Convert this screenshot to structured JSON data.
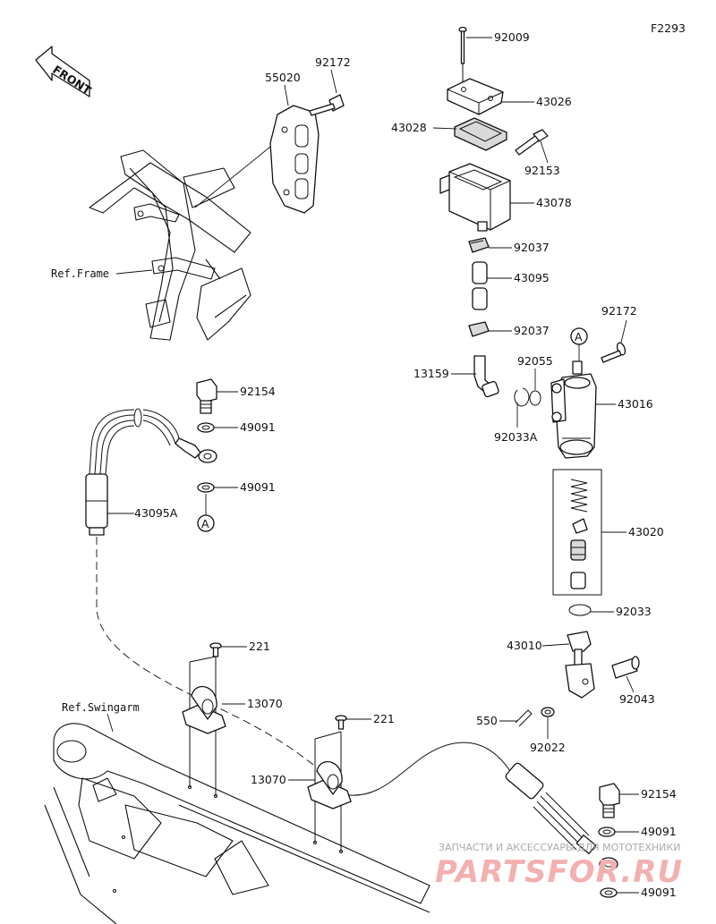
{
  "figure_code": "F2293",
  "front_label": "FRONT",
  "refs": {
    "frame": "Ref.Frame",
    "swingarm": "Ref.Swingarm"
  },
  "labels": {
    "p92009": "92009",
    "p43026": "43026",
    "p43028": "43028",
    "p92153": "92153",
    "p43078": "43078",
    "p92037a": "92037",
    "p43095": "43095",
    "p92037b": "92037",
    "p92172a": "92172",
    "p55020": "55020",
    "p92172b": "92172",
    "p13159": "13159",
    "p92055": "92055",
    "p43016": "43016",
    "p92033A": "92033A",
    "p43020": "43020",
    "p92033": "92033",
    "p43010": "43010",
    "p92043": "92043",
    "p550": "550",
    "p92022": "92022",
    "p92154a": "92154",
    "p49091a": "49091",
    "p49091b": "49091",
    "p43095A": "43095A",
    "p221a": "221",
    "p13070a": "13070",
    "p221b": "221",
    "p13070b": "13070",
    "p92154b": "92154",
    "p49091c": "49091",
    "p49091d": "49091"
  },
  "callouts": {
    "a_left": "A",
    "a_right": "A"
  },
  "watermark": {
    "tagline": "ЗАПЧАСТИ И АКСЕССУАРЫ ДЛЯ МОТОТЕХНИКИ",
    "brand": "PARTSFOR.RU",
    "color": "#e0191e"
  }
}
